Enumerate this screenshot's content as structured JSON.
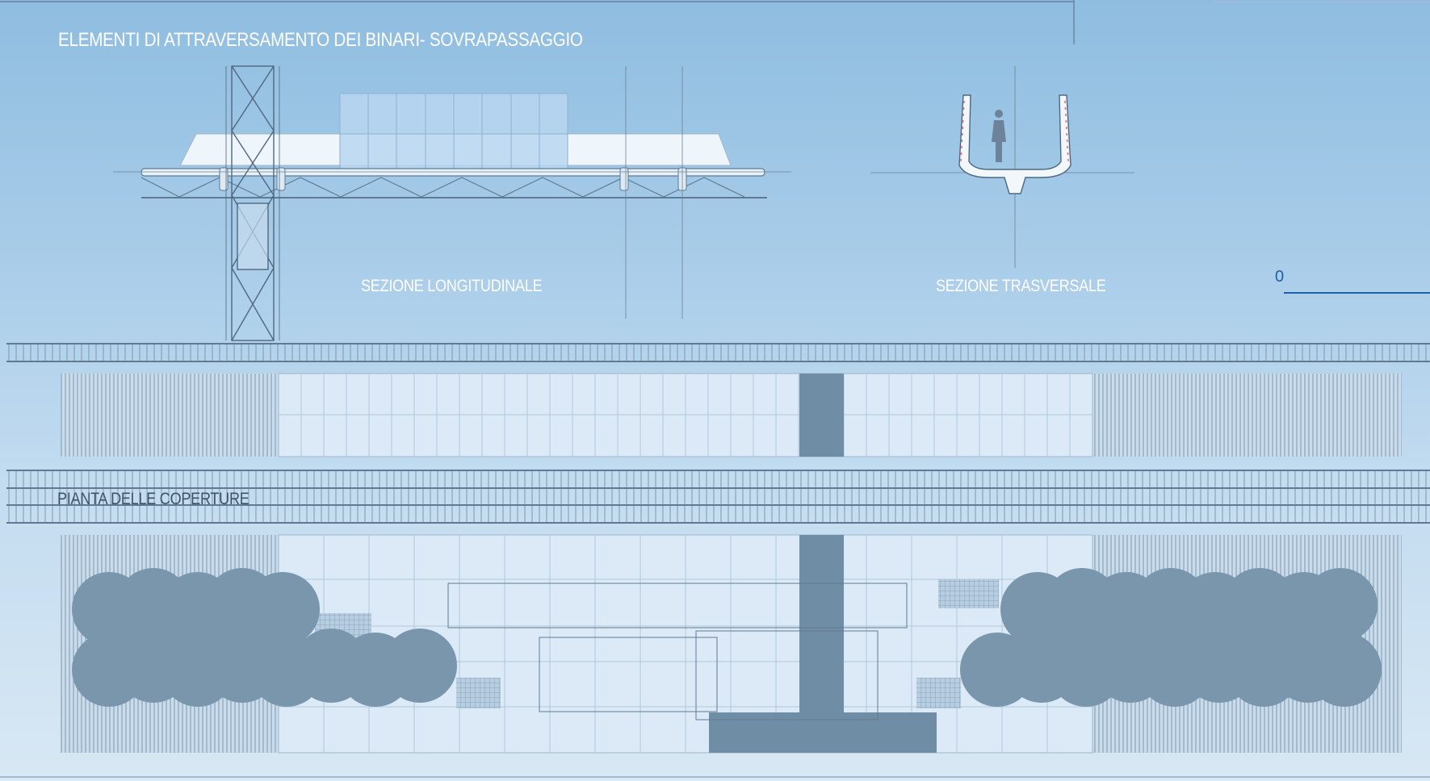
{
  "labels": {
    "title": "ELEMENTI DI ATTRAVERSAMENTO DEI BINARI- SOVRAPASSAGGIO",
    "longitudinal_section": "SEZIONE LONGITUDINALE",
    "transverse_section": "SEZIONE TRASVERSALE",
    "roof_plan": "PIANTA DELLE COPERTURE",
    "scale_value": "0"
  },
  "colors": {
    "structure_line": "#5f7a92",
    "glass_panel": "#cfe4f5",
    "roof_panel": "#dbeaf6",
    "dark_module": "#6f8ea6",
    "tree_canopy": "#7a96ad",
    "scale_line": "#1f5fa8"
  },
  "icons": [
    "person-silhouette-icon",
    "tree-canopy-icon"
  ]
}
